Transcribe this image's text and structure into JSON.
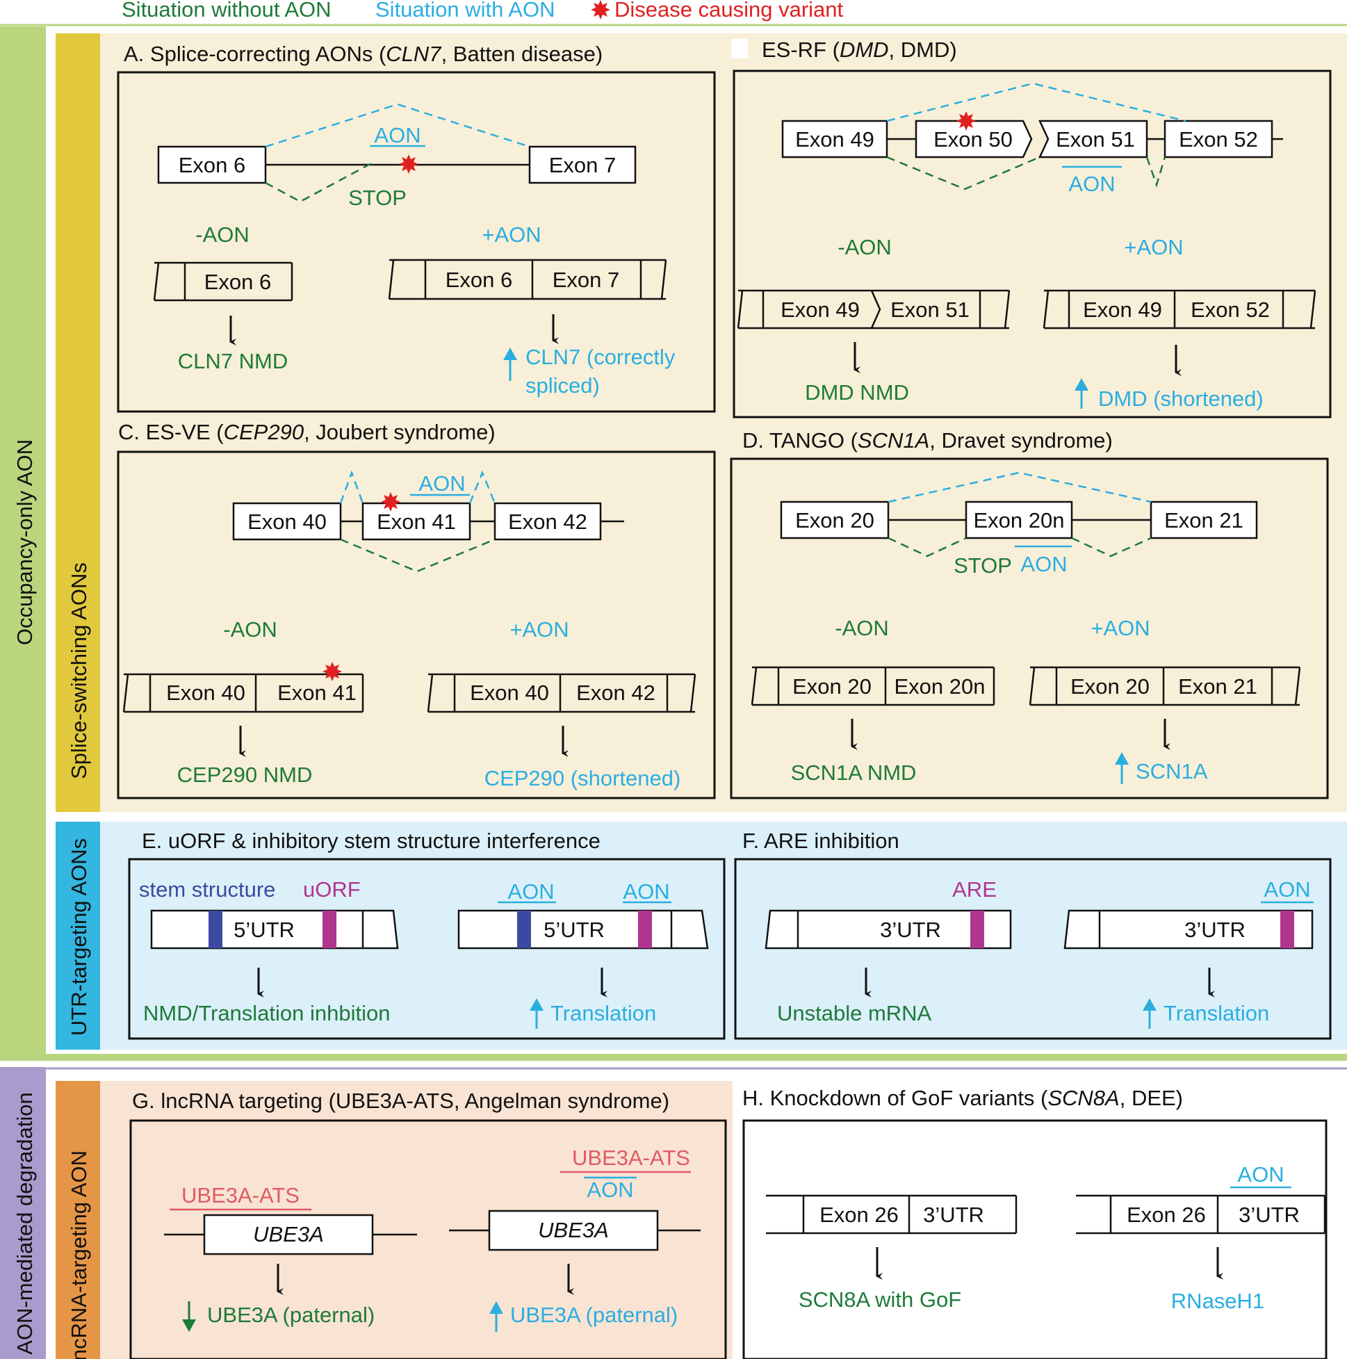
{
  "legend": {
    "without": "Situation without AON",
    "with": "Situation with AON",
    "variant": "Disease causing variant"
  },
  "colors": {
    "green_text": "#1e7a3a",
    "blue_text": "#2aaee0",
    "red_variant": "#e02020",
    "occupancy_band": "#b9d57e",
    "degradation_band": "#a99bcc",
    "splice_band": "#e2c83c",
    "splice_panel": "#f8efd8",
    "utr_band": "#33b6df",
    "utr_panel": "#dcf0f9",
    "lnc_band": "#e59546",
    "lnc_panel": "#f9e3d2",
    "uorf": "#b0358f",
    "stem": "#3b4aa0"
  },
  "groups": {
    "occupancy": "Occupancy-only AON",
    "degradation": "AON-mediated degradation",
    "splice": "Splice-switching AONs",
    "utr": "UTR-targeting AONs",
    "lnc": "lncRNA-targeting AON"
  },
  "common": {
    "minus_aon": "-AON",
    "plus_aon": "+AON",
    "aon": "AON",
    "stop": "STOP"
  },
  "A": {
    "title_pre": "A. Splice-correcting AONs (",
    "gene": "CLN7",
    "title_post": ", Batten disease)",
    "exon_a": "Exon 6",
    "exon_b": "Exon 7",
    "out_minus": "CLN7 NMD",
    "out_plus_1": "CLN7 (correctly",
    "out_plus_2": "spliced)"
  },
  "B": {
    "title_pre": "ES-RF (",
    "gene": "DMD",
    "title_post": ", DMD)",
    "e49": "Exon 49",
    "e50": "Exon 50",
    "e51": "Exon 51",
    "e52": "Exon 52",
    "out_minus": "DMD NMD",
    "out_plus": "DMD (shortened)"
  },
  "C": {
    "title_pre": "C. ES-VE (",
    "gene": "CEP290",
    "title_post": ", Joubert syndrome)",
    "e40": "Exon 40",
    "e41": "Exon 41",
    "e42": "Exon 42",
    "out_minus": "CEP290 NMD",
    "out_plus": "CEP290 (shortened)"
  },
  "D": {
    "title_pre": "D. TANGO (",
    "gene": "SCN1A",
    "title_post": ", Dravet syndrome)",
    "e20": "Exon 20",
    "e20n": "Exon 20n",
    "e21": "Exon 21",
    "out_minus": "SCN1A NMD",
    "out_plus": "SCN1A"
  },
  "E": {
    "title": "E. uORF & inhibitory stem structure interference",
    "stem": "stem structure",
    "uorf": "uORF",
    "utr": "5’UTR",
    "out_minus": "NMD/Translation inhbition",
    "out_plus": "Translation"
  },
  "F": {
    "title": "F. ARE inhibition",
    "are": "ARE",
    "utr": "3’UTR",
    "out_minus": "Unstable mRNA",
    "out_plus": "Translation"
  },
  "G": {
    "title": "G. lncRNA targeting (UBE3A-ATS, Angelman syndrome)",
    "ats": "UBE3A-ATS",
    "gene": "UBE3A",
    "out_minus": "UBE3A (paternal)",
    "out_plus": "UBE3A (paternal)"
  },
  "H": {
    "title_pre": "H. Knockdown of GoF variants (",
    "gene": "SCN8A",
    "title_post": ", DEE)",
    "e26": "Exon 26",
    "utr": "3’UTR",
    "out_minus": "SCN8A with GoF",
    "out_plus": "RNaseH1"
  }
}
